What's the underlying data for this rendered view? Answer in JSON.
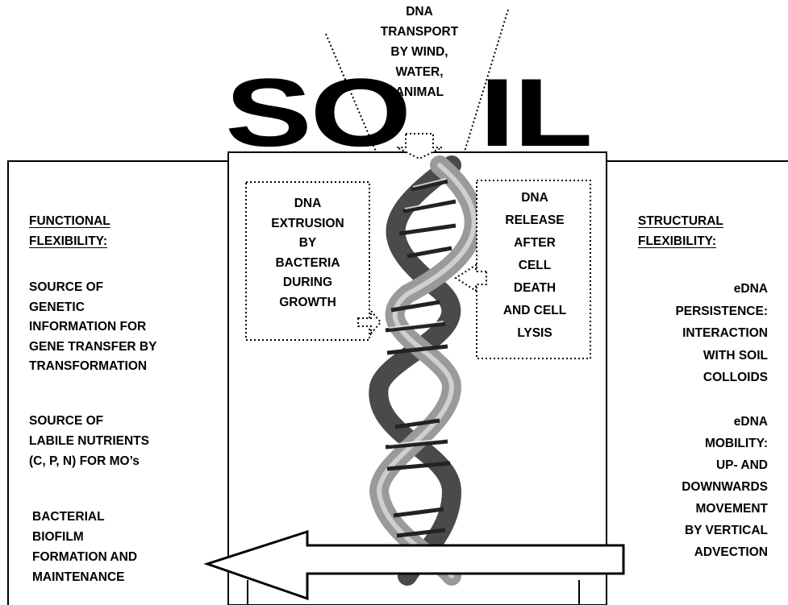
{
  "title": {
    "left": "SO",
    "right": "IL"
  },
  "transport": [
    "DNA",
    "TRANSPORT",
    "BY WIND,",
    "WATER,",
    "ANIMAL"
  ],
  "extrusion": [
    "DNA",
    "EXTRUSION",
    "BY",
    "BACTERIA",
    "DURING",
    "GROWTH"
  ],
  "release": [
    "DNA",
    "RELEASE",
    "AFTER",
    "CELL",
    "DEATH",
    "AND CELL",
    "LYSIS"
  ],
  "functional": {
    "heading": [
      "FUNCTIONAL",
      "FLEXIBILITY:"
    ],
    "item1": [
      "SOURCE OF",
      "GENETIC",
      "INFORMATION FOR",
      "GENE TRANSFER BY",
      "TRANSFORMATION"
    ],
    "item2": [
      "SOURCE OF",
      "LABILE NUTRIENTS",
      "(C, P, N) FOR MO’s"
    ],
    "item3": [
      "BACTERIAL",
      "BIOFILM",
      "FORMATION AND",
      "MAINTENANCE"
    ]
  },
  "structural": {
    "heading": [
      "STRUCTURAL",
      "FLEXIBILITY:"
    ],
    "item1": [
      "eDNA",
      "PERSISTENCE:",
      "INTERACTION",
      "WITH SOIL",
      "COLLOIDS"
    ],
    "item2": [
      "eDNA",
      "MOBILITY:",
      "UP- AND",
      "DOWNWARDS",
      "MOVEMENT",
      "BY VERTICAL",
      "ADVECTION"
    ]
  }
}
